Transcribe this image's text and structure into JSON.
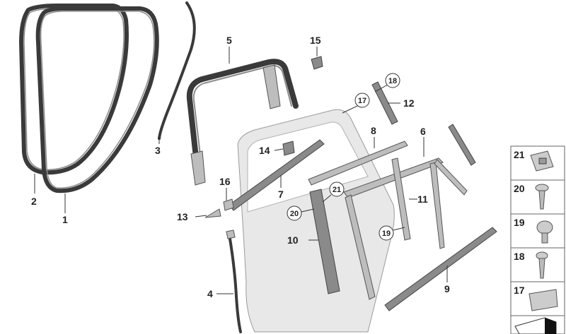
{
  "labels": {
    "p1": "1",
    "p2": "2",
    "p3": "3",
    "p4": "4",
    "p5": "5",
    "p6": "6",
    "p7": "7",
    "p8": "8",
    "p9": "9",
    "p10": "10",
    "p11": "11",
    "p12": "12",
    "p13": "13",
    "p14": "14",
    "p15": "15",
    "p16": "16",
    "c17": "17",
    "c18": "18",
    "c19": "19",
    "c20": "20",
    "c21": "21"
  },
  "side_panel": [
    "21",
    "20",
    "19",
    "18",
    "17"
  ],
  "colors": {
    "seal": "#3a3a3a",
    "trim": "#bdbdbd",
    "door": "#e6e6e6",
    "panel_border": "#666666"
  }
}
